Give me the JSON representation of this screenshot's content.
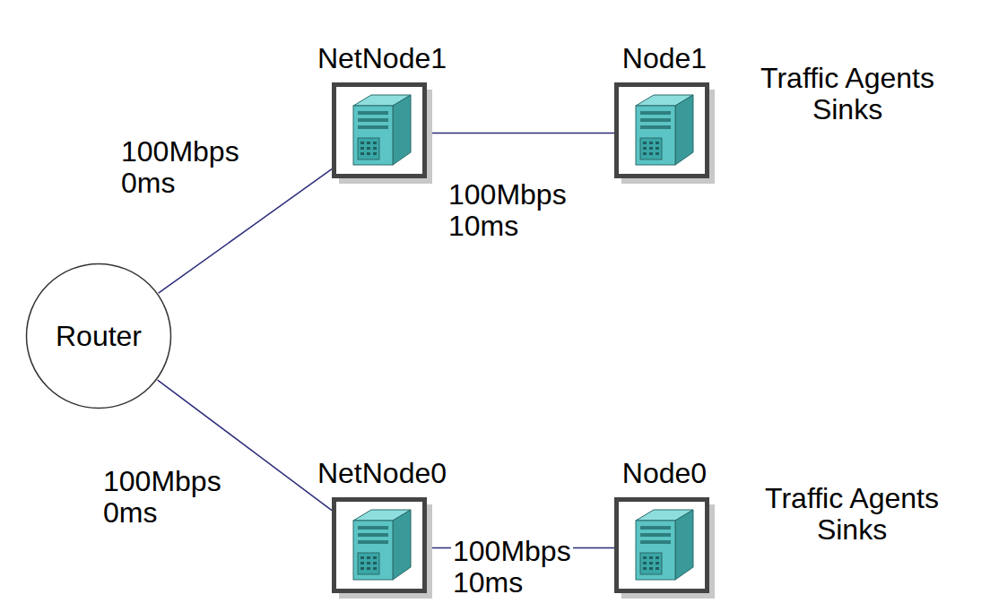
{
  "diagram": {
    "nodes": [
      {
        "text": [
          "NetNode1"
        ]
      },
      {
        "text": [
          "Node1",
          "Traffic Agents Sinks"
        ]
      },
      {
        "text": [
          "Router"
        ]
      },
      {
        "text": [
          "NetNode0"
        ]
      },
      {
        "text": [
          "Node0",
          "Traffic Agents Sinks"
        ]
      }
    ],
    "edges": [
      {
        "from": 2,
        "to": 0,
        "arrow": "none",
        "label": "100Mbps 0ms"
      },
      {
        "from": 0,
        "to": 1,
        "arrow": "none",
        "label": "100Mbps 10ms"
      },
      {
        "from": 2,
        "to": 3,
        "arrow": "none",
        "label": "100Mbps 0ms"
      },
      {
        "from": 3,
        "to": 4,
        "arrow": "none",
        "label": "100Mbps 10ms"
      }
    ]
  }
}
